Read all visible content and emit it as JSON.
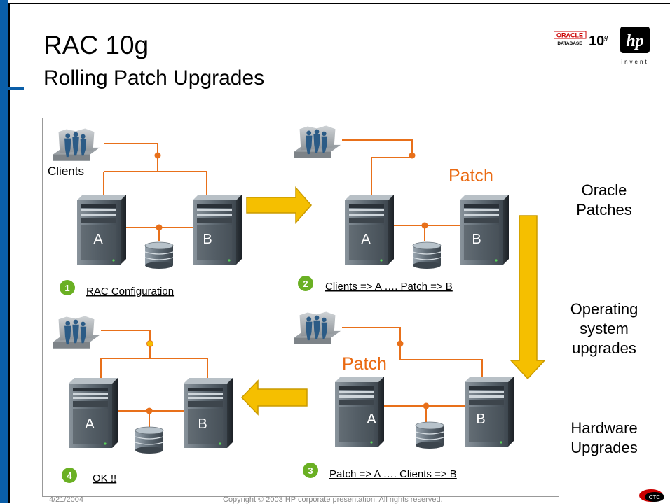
{
  "slide": {
    "title": "RAC 10g",
    "subtitle": "Rolling Patch Upgrades"
  },
  "logos": {
    "oracle_top": "ORACLE",
    "oracle_bottom": "DATABASE",
    "version": "10",
    "version_sup": "g",
    "hp_tagline": "invent",
    "ctc": "CTC"
  },
  "panels": [
    {
      "step": "1",
      "caption": "RAC Configuration",
      "clients_label": "Clients",
      "patch_label": "",
      "server_a": "A",
      "server_b": "B"
    },
    {
      "step": "2",
      "caption": "Clients => A …. Patch => B",
      "clients_label": "",
      "patch_label": "Patch",
      "server_a": "A",
      "server_b": "B"
    },
    {
      "step": "3",
      "caption": "Patch => A …. Clients => B",
      "clients_label": "",
      "patch_label": "Patch",
      "server_a": "A",
      "server_b": "B"
    },
    {
      "step": "4",
      "caption": "OK !!",
      "clients_label": "",
      "patch_label": "",
      "server_a": "A",
      "server_b": "B"
    }
  ],
  "side_labels": {
    "oracle_patches": [
      "Oracle",
      "Patches"
    ],
    "os_upgrades": [
      "Operating",
      "system",
      "upgrades"
    ],
    "hw_upgrades": [
      "Hardware",
      "Upgrades"
    ]
  },
  "footer": {
    "date": "4/21/2004",
    "copyright": "Copyright © 2003 HP corporate presentation. All rights reserved."
  },
  "colors": {
    "accent_blue": "#0a5ea8",
    "wire_orange": "#e8701a",
    "arrow_yellow": "#f5bf00",
    "step_green": "#6ab023",
    "patch_text": "#ea6a12"
  }
}
